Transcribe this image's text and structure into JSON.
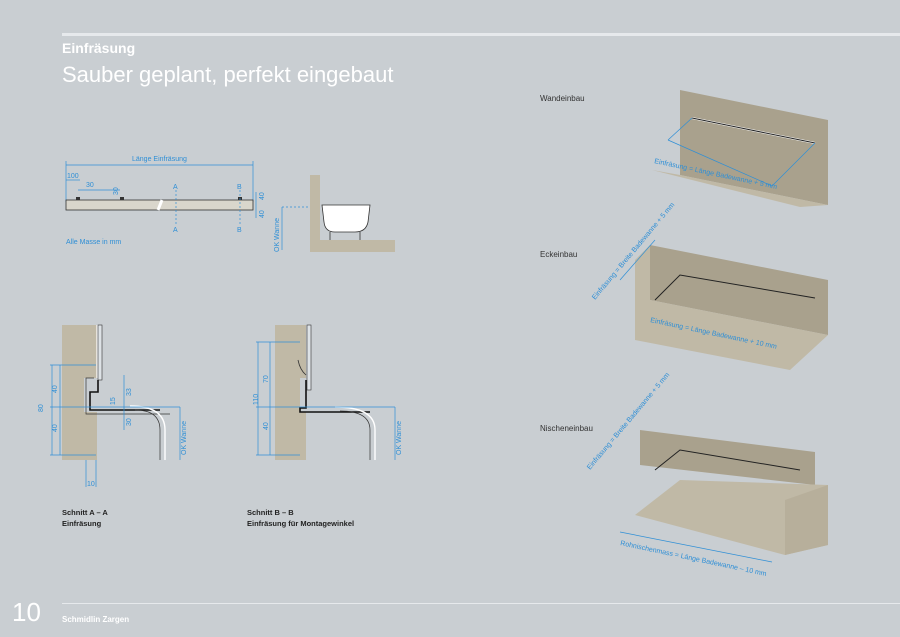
{
  "header": {
    "section_label": "Einfräsung",
    "headline": "Sauber geplant, perfekt eingebaut"
  },
  "plan": {
    "length_label": "Länge Einfräsung",
    "dim_100": "100",
    "dim_30a": "30",
    "dim_30b": "30",
    "dim_40a": "40",
    "dim_40b": "40",
    "mark_a": "A",
    "mark_b": "B",
    "note": "Alle Masse in mm",
    "ok_wanne": "OK Wanne"
  },
  "section_a": {
    "dims": [
      "40",
      "80",
      "40",
      "33",
      "15",
      "30",
      "10"
    ],
    "ok_wanne": "OK Wanne",
    "title": "Schnitt A – A",
    "subtitle": "Einfräsung"
  },
  "section_b": {
    "dims": [
      "70",
      "110",
      "40"
    ],
    "ok_wanne": "OK Wanne",
    "title": "Schnitt B – B",
    "subtitle": "Einfräsung für Montagewinkel"
  },
  "installs": {
    "wall": {
      "title": "Wandeinbau",
      "dim": "Einfräsung = Länge Badewanne + 5 mm"
    },
    "corner": {
      "title": "Eckeinbau",
      "dim_width": "Einfräsung = Breite Badewanne + 5 mm",
      "dim_length": "Einfräsung = Länge Badewanne + 10 mm"
    },
    "niche": {
      "title": "Nischeneinbau",
      "dim_width": "Einfräsung = Breite Badewanne + 5 mm",
      "dim_length": "Rohnischenmass = Länge Badewanne – 10 mm"
    }
  },
  "footer": {
    "page_number": "10",
    "brand": "Schmidlin Zargen"
  }
}
